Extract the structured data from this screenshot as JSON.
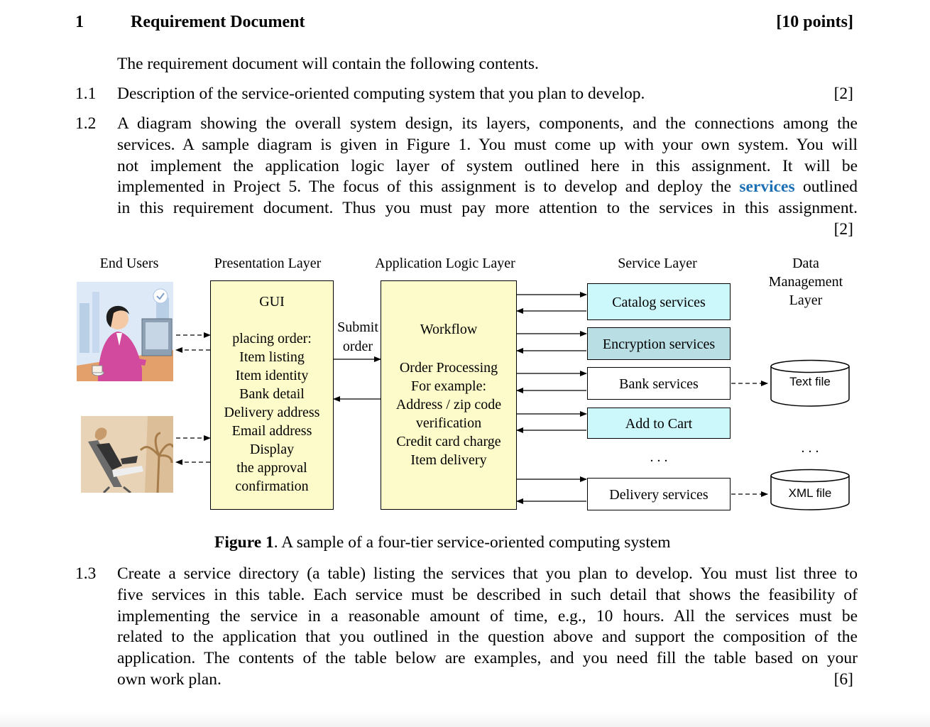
{
  "section": {
    "number": "1",
    "title": "Requirement Document",
    "points": "[10 points]"
  },
  "intro": "The requirement document will contain the following contents.",
  "item_1_1": {
    "number": "1.1",
    "text": "Description of the service-oriented computing system that you plan to develop.",
    "points": "[2]"
  },
  "item_1_2": {
    "number": "1.2",
    "line1": "A diagram showing the overall system design, its layers, components, and the connections among the",
    "line2": "services. A sample diagram is given in Figure 1. You must come up with your own system. You will",
    "line3": "not implement the application logic layer of system outlined here in this assignment. It will be",
    "line4_pre": "implemented in Project 5. The focus of this assignment is to develop and deploy the",
    "line4_link": "services",
    "line4_post": "outlined",
    "line5": "in this requirement document. Thus you must pay more attention to the services in this assignment.",
    "points": "[2]"
  },
  "figure": {
    "layers": {
      "end_users": "End Users",
      "presentation": "Presentation Layer",
      "logic": "Application Logic Layer",
      "service": "Service Layer",
      "data": [
        "Data",
        "Management",
        "Layer"
      ]
    },
    "gui_box": {
      "title": "GUI",
      "lines": [
        "placing order:",
        "Item listing",
        "Item identity",
        "Bank detail",
        "Delivery address",
        "Email address",
        "Display",
        "the approval",
        "confirmation"
      ]
    },
    "submit_label": [
      "Submit",
      "order"
    ],
    "workflow_box": {
      "title": "Workflow",
      "lines": [
        "Order Processing",
        "For example:",
        "Address / zip code",
        "verification",
        "Credit card charge",
        "Item delivery"
      ]
    },
    "services": [
      "Catalog services",
      "Encryption services",
      "Bank services",
      "Add to Cart",
      "Delivery services"
    ],
    "services_ellipsis": ". . .",
    "data_stores": [
      "Text file",
      "XML file"
    ],
    "data_ellipsis": ". . .",
    "colors": {
      "yellow_box": "#fdfbc9",
      "cyan_box": "#ccf7fb",
      "teal_box": "#b9dfe5",
      "link_blue": "#1a6fb5"
    },
    "caption_bold": "Figure 1",
    "caption_rest": ". A sample of a four-tier service-oriented computing system"
  },
  "item_1_3": {
    "number": "1.3",
    "line1": "Create a service directory (a table) listing the services that you plan to develop. You must list three to",
    "line2": "five services in this table. Each service must be described in such detail that shows the feasibility of",
    "line3": "implementing the service in a reasonable amount of time, e.g., 10 hours. All the services must be",
    "line4": "related to the application that you outlined in the question above and support the composition of the",
    "line5": "application. The contents of the table below are examples, and you need fill the table based on your",
    "line6": "own work plan.",
    "points": "[6]"
  }
}
